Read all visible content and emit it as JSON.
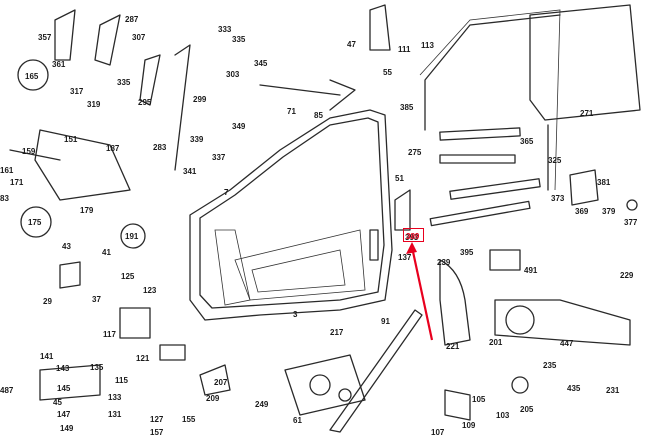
{
  "diagram": {
    "part_numbers": [
      "357",
      "287",
      "307",
      "361",
      "317",
      "319",
      "335",
      "295",
      "165",
      "333",
      "335",
      "303",
      "299",
      "345",
      "47",
      "111",
      "113",
      "55",
      "385",
      "271",
      "159",
      "187",
      "151",
      "283",
      "339",
      "337",
      "71",
      "85",
      "275",
      "365",
      "161",
      "171",
      "83",
      "179",
      "341",
      "349",
      "7",
      "51",
      "325",
      "373",
      "381",
      "369",
      "379",
      "377",
      "175",
      "191",
      "43",
      "41",
      "29",
      "37",
      "125",
      "123",
      "117",
      "393",
      "137",
      "389",
      "395",
      "239",
      "491",
      "229",
      "91",
      "217",
      "447",
      "121",
      "201",
      "141",
      "487",
      "45",
      "143",
      "145",
      "147",
      "149",
      "135",
      "115",
      "133",
      "131",
      "127",
      "157",
      "155",
      "249",
      "235",
      "435",
      "205",
      "221",
      "107",
      "109",
      "103",
      "105",
      "231",
      "61",
      "3",
      "207",
      "209"
    ],
    "highlight": {
      "part": "389",
      "color": "#e8001e"
    }
  }
}
